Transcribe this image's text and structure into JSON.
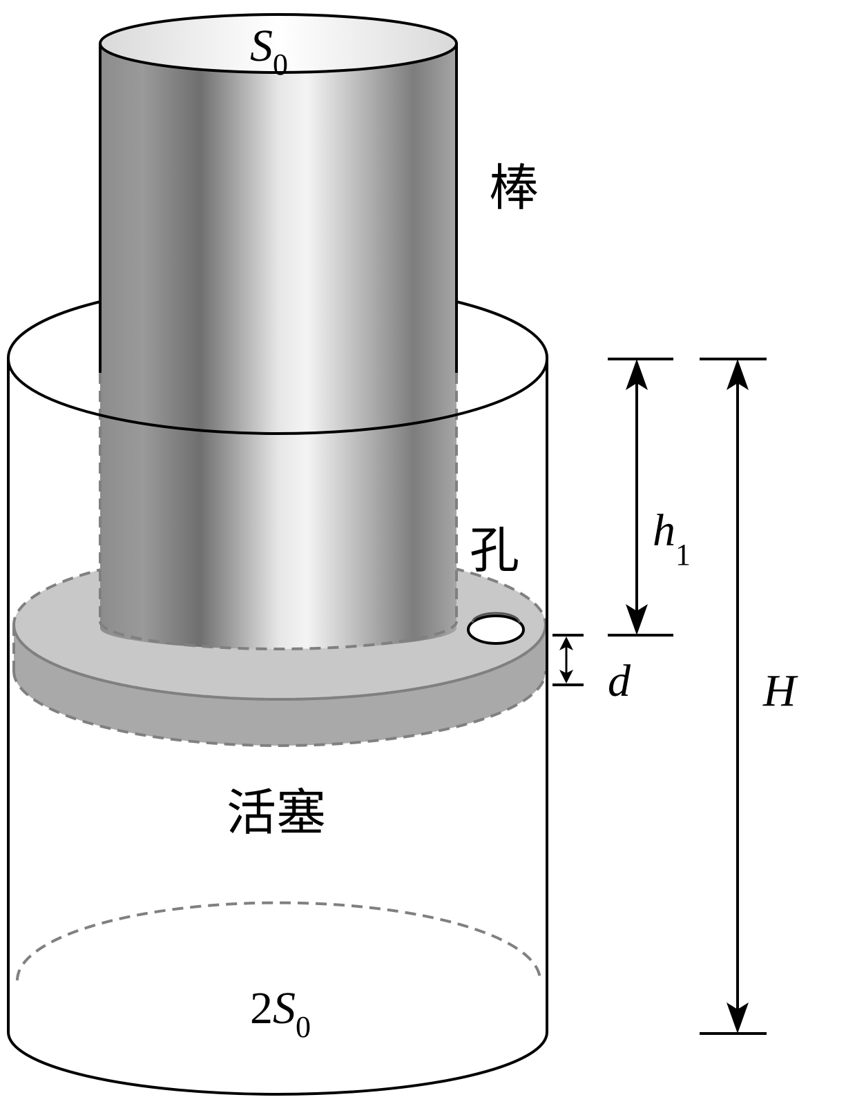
{
  "labels": {
    "rod_area": {
      "main": "S",
      "sub": "0"
    },
    "rod": "棒",
    "hole": "孔",
    "piston": "活塞",
    "base_area": {
      "prefix": "2",
      "main": "S",
      "sub": "0"
    },
    "h1": {
      "main": "h",
      "sub": "1"
    },
    "d": "d",
    "H": "H"
  },
  "colors": {
    "outline": "#000000",
    "dashed": "#808080",
    "rod_dark": "#7a7a7a",
    "rod_light": "#f2f2f2",
    "piston_top": "#c8c8c8",
    "piston_side": "#a9a9a9"
  }
}
